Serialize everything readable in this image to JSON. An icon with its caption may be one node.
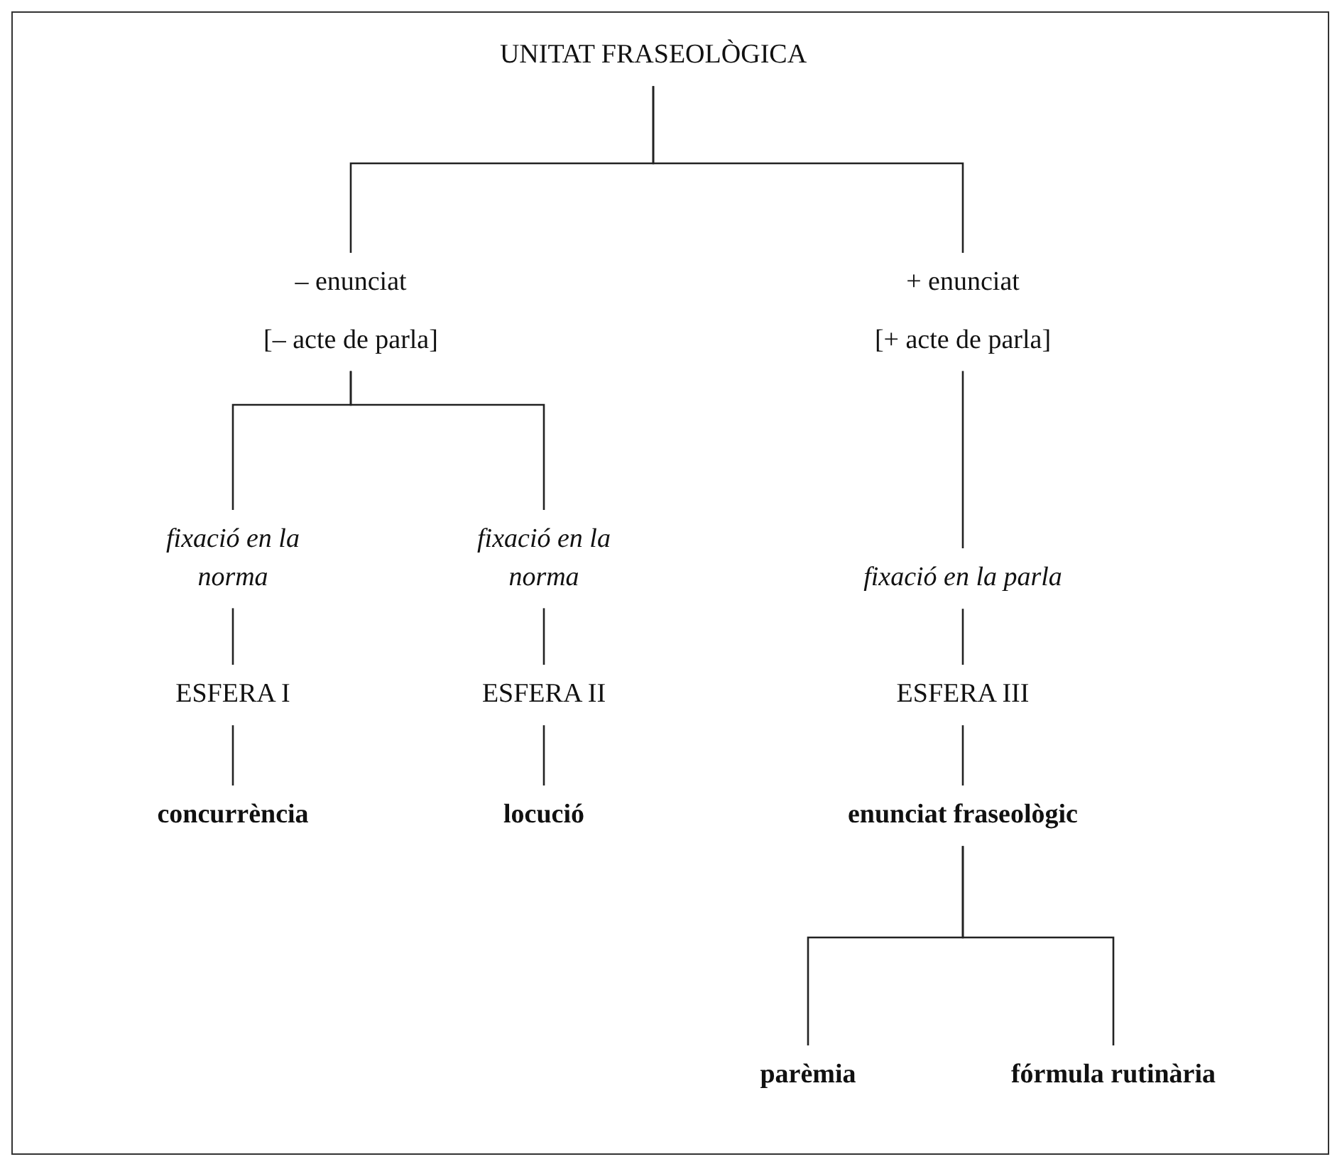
{
  "diagram": {
    "nodes": [
      {
        "text": [
          "UNITAT FRASEOLÒGICA"
        ]
      },
      {
        "text": [
          "– enunciat",
          "[– acte de parla]"
        ]
      },
      {
        "text": [
          "+ enunciat",
          "[+ acte de parla]"
        ]
      },
      {
        "text": [
          "fixació en la norma"
        ]
      },
      {
        "text": [
          "fixació en la norma"
        ]
      },
      {
        "text": [
          "fixació en la parla"
        ]
      },
      {
        "text": [
          "ESFERA I"
        ]
      },
      {
        "text": [
          "ESFERA II"
        ]
      },
      {
        "text": [
          "ESFERA III"
        ]
      },
      {
        "text": [
          "concurrència"
        ]
      },
      {
        "text": [
          "locució"
        ]
      },
      {
        "text": [
          "enunciat fraseològic"
        ]
      },
      {
        "text": [
          "parèmia"
        ]
      },
      {
        "text": [
          "fórmula rutinària"
        ]
      }
    ],
    "edges": [
      {
        "from": 0,
        "to": 1,
        "arrow": "none"
      },
      {
        "from": 0,
        "to": 2,
        "arrow": "none"
      },
      {
        "from": 1,
        "to": 3,
        "arrow": "none"
      },
      {
        "from": 1,
        "to": 4,
        "arrow": "none"
      },
      {
        "from": 2,
        "to": 5,
        "arrow": "none"
      },
      {
        "from": 3,
        "to": 6,
        "arrow": "none"
      },
      {
        "from": 4,
        "to": 7,
        "arrow": "none"
      },
      {
        "from": 5,
        "to": 8,
        "arrow": "none"
      },
      {
        "from": 6,
        "to": 9,
        "arrow": "none"
      },
      {
        "from": 7,
        "to": 10,
        "arrow": "none"
      },
      {
        "from": 8,
        "to": 11,
        "arrow": "none"
      },
      {
        "from": 11,
        "to": 12,
        "arrow": "none"
      },
      {
        "from": 11,
        "to": 13,
        "arrow": "none"
      }
    ]
  }
}
